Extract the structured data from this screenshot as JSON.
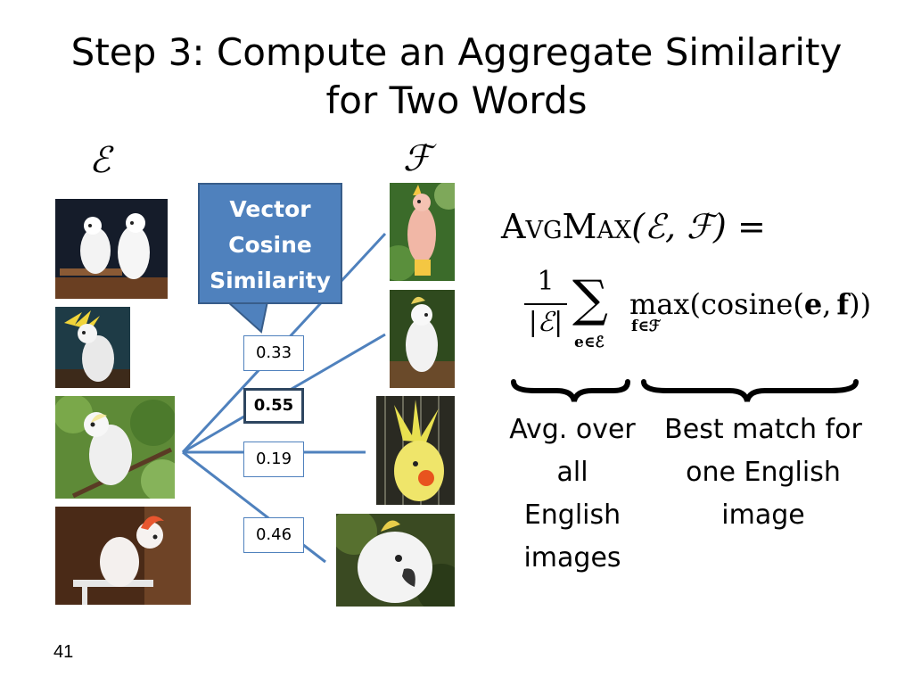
{
  "slide": {
    "title_line1": "Step 3: Compute an Aggregate Similarity",
    "title_line2": "for Two Words",
    "number": "41"
  },
  "sets": {
    "english_symbol": "ℰ",
    "foreign_symbol": "ℱ"
  },
  "callout": {
    "line1": "Vector",
    "line2": "Cosine",
    "line3": "Similarity"
  },
  "scores": [
    {
      "label": "0.33",
      "bold": false
    },
    {
      "label": "0.55",
      "bold": true
    },
    {
      "label": "0.19",
      "bold": false
    },
    {
      "label": "0.46",
      "bold": false
    }
  ],
  "formula": {
    "name_A": "A",
    "name_VG": "VG",
    "name_M": "M",
    "name_AX": "AX",
    "args": "(ℰ, ℱ) =",
    "numerator": "1",
    "denominator": "|ℰ|",
    "sum": "∑",
    "sum_sub": "e∈ℰ",
    "max": "max",
    "max_sub": "f∈ℱ",
    "body_pre": "(cosine(",
    "e": "e",
    "comma": ",",
    "f": "f",
    "body_post": "))"
  },
  "captions": {
    "left": [
      "Avg. over",
      "all",
      "English",
      "images"
    ],
    "right": [
      "Best match for",
      "one English",
      "image"
    ]
  },
  "colors": {
    "accent": "#4f81bd",
    "accent_dark": "#385d8a",
    "connector": "#4f81bd"
  },
  "images": {
    "english": [
      "two-white-cockatoos-photo",
      "cockatoo-yellow-crest-photo",
      "cockatoo-on-branch-photo",
      "salmon-crested-cockatoo-photo"
    ],
    "foreign": [
      "pink-cockatoo-photo",
      "cockatoo-on-perch-photo",
      "cockatiel-photo",
      "cockatoo-closeup-photo"
    ]
  }
}
